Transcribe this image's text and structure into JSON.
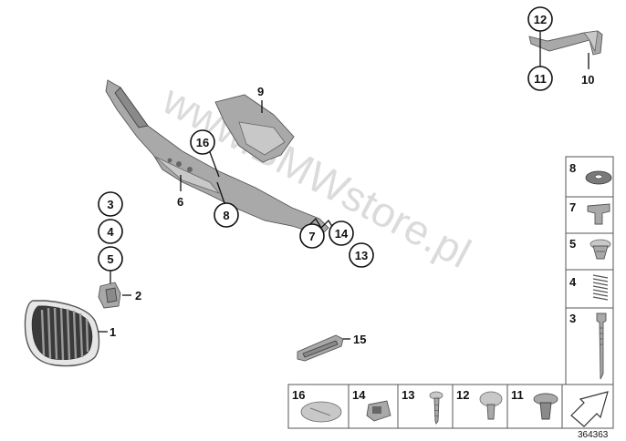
{
  "watermark": "www.BMWstore.pl",
  "reference_number": "364363",
  "callouts": {
    "c12": "12",
    "c11": "11",
    "c10": "10",
    "c9": "9",
    "c16": "16",
    "c6": "6",
    "c8": "8",
    "c3": "3",
    "c4": "4",
    "c5": "5",
    "c2": "2",
    "c1": "1",
    "c7": "7",
    "c14": "14",
    "c13": "13",
    "c15": "15"
  },
  "side_legend": [
    "8",
    "7",
    "5",
    "4",
    "3"
  ],
  "bottom_legend": [
    "16",
    "14",
    "13",
    "12",
    "11"
  ]
}
